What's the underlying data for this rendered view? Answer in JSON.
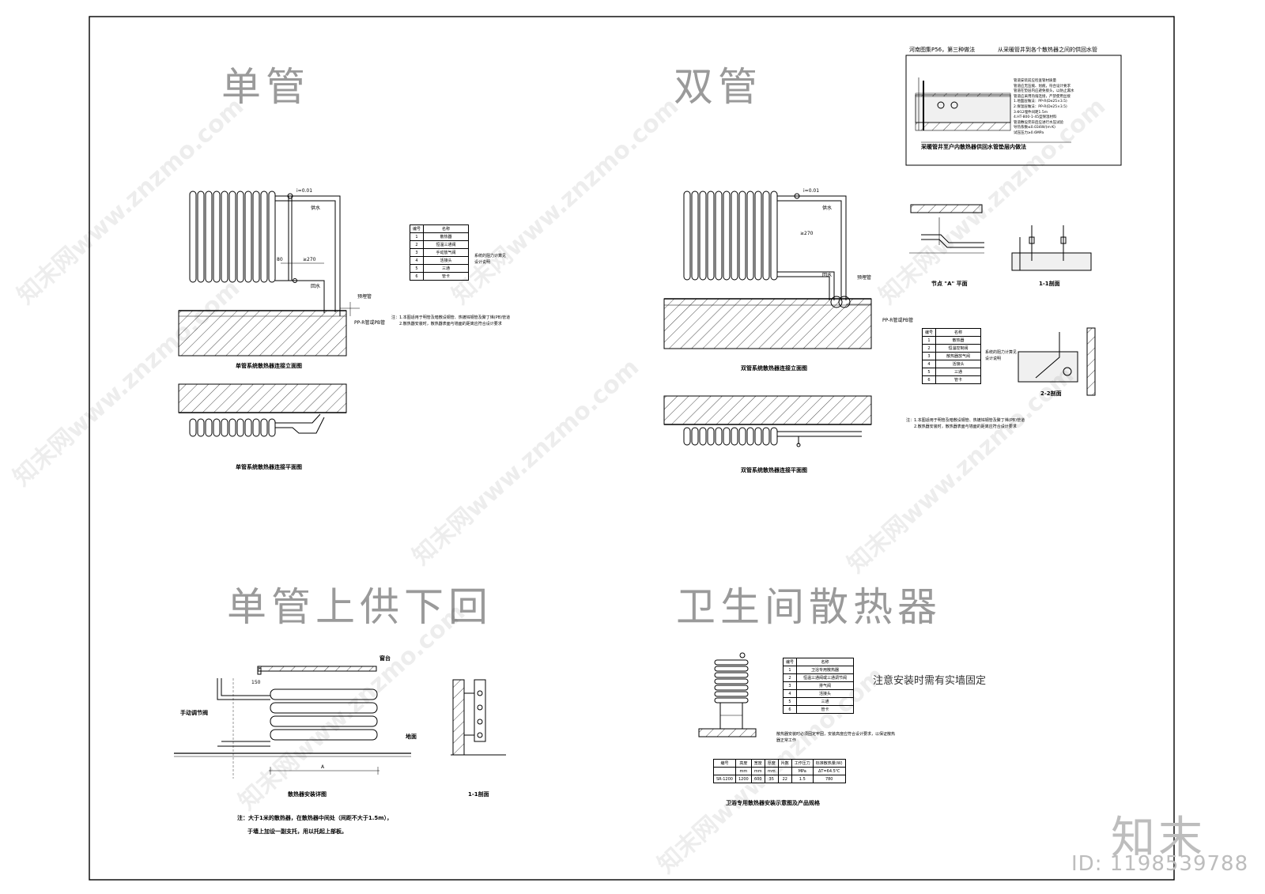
{
  "titles": {
    "single_pipe": "单管",
    "double_pipe": "双管",
    "single_top_supply": "单管上供下回",
    "bathroom": "卫生间散热器"
  },
  "captions": {
    "single_elev": "单管系统散热器连接立面图",
    "single_plan": "单管系统散热器连接平面图",
    "double_elev": "双管系统散热器连接立面图",
    "double_plan": "双管系统散热器连接平面图",
    "node_a_plan": "节点 \"A\" 平面",
    "section_11_top": "1-1剖面",
    "section_22": "2-2剖面",
    "radiator_install": "散热器安装详图",
    "section_11_bottom": "1-1剖面",
    "bath_install": "卫浴专用散热器安装示意图及产品规格"
  },
  "dims": {
    "d80": "80",
    "d270": "≥270",
    "d150": "150",
    "dA": "A",
    "slope": "i=0.01",
    "supply": "供水",
    "return": "回水",
    "buried": "预埋管",
    "pp_r": "PP-R管或PB管",
    "window": "窗台",
    "floor": "地面",
    "manual_valve": "手动调节阀"
  },
  "legend_single": {
    "headers": [
      "编号",
      "名称"
    ],
    "rows": [
      [
        "1",
        "散热器"
      ],
      [
        "2",
        "恒温三通阀"
      ],
      [
        "3",
        "手动放气阀"
      ],
      [
        "4",
        "活接头"
      ],
      [
        "5",
        "三通"
      ],
      [
        "6",
        "管卡"
      ]
    ],
    "side_note": "系统的阻力计算见设计说明"
  },
  "legend_double": {
    "headers": [
      "编号",
      "名称"
    ],
    "rows": [
      [
        "1",
        "散热器"
      ],
      [
        "2",
        "恒温控制阀"
      ],
      [
        "3",
        "散热器放气阀"
      ],
      [
        "4",
        "活接头"
      ],
      [
        "5",
        "三通"
      ],
      [
        "6",
        "管卡"
      ]
    ],
    "side_note": "系统的阻力计算见设计说明"
  },
  "legend_bath": {
    "headers": [
      "编号",
      "名称"
    ],
    "rows": [
      [
        "1",
        "卫浴专用散热器"
      ],
      [
        "2",
        "恒温三通阀或三通调节阀"
      ],
      [
        "3",
        "排气阀"
      ],
      [
        "4",
        "活接头"
      ],
      [
        "5",
        "三通"
      ],
      [
        "6",
        "管卡"
      ]
    ]
  },
  "notes_single": [
    "注：1.本图适用于明管及暗敷设钢管、热镀锌钢管及聚丁烯(PB)管道",
    "2.散热器安装时，散热器表面与墙面的距离应符合设计要求"
  ],
  "notes_double": [
    "注：1.本图适用于明管及暗敷设钢管、热镀锌钢管及聚丁烯(PB)管道",
    "2.散热器安装时，散热器表面与墙面的距离应符合设计要求"
  ],
  "header_box": {
    "ref_left": "河南图集P56，第三种做法",
    "ref_right": "从采暖管井到各个散热器之间的供回水管",
    "caption": "采暖管井至户内散热器供回水管垫层内做法",
    "lines": [
      "管道安装前应检查管材质量",
      "管道应无压痕、划痕，符合设计要求",
      "管道在垫层内应避免接头，以防止漏水",
      "管道应采用热熔连接，严禁使用丝接",
      "1.地面层做法：PP-R(De25×3.5)",
      "2.保温层做法：PP-R(De25×3.5)",
      "3.Φ12埋件间距1.5m",
      "4.HT-800-1-45型保温材料",
      "管道敷设完毕后应进行水压试验",
      "导热系数≤0.034W/(m·K)",
      "试压压力≥0.6MPa"
    ]
  },
  "bath_spec": {
    "headers": [
      "编号",
      "高度",
      "宽度",
      "厚度",
      "片数",
      "工作压力",
      "标准散热量(W)"
    ],
    "units": [
      "",
      "mm",
      "mm",
      "mm",
      "",
      "MPa",
      "ΔT=64.5℃"
    ],
    "rows": [
      [
        "SR-1200",
        "1200",
        "600",
        "35",
        "22",
        "1.5",
        "780"
      ]
    ],
    "note": "散热器安装时必须固定牢固，安装高度应符合设计要求，以保证散热器正常工作"
  },
  "install_note": "注意安装时需有实墙固定",
  "bottom_note": [
    "注：大于1米的散热器，在散热器中间处（间距不大于1.5m），",
    "于墙上加设一副支托，用以托起上部板。"
  ],
  "watermark_text": "知末网www.znzmo.com",
  "brand": {
    "logo": "知末",
    "id": "ID: 1198539788"
  }
}
